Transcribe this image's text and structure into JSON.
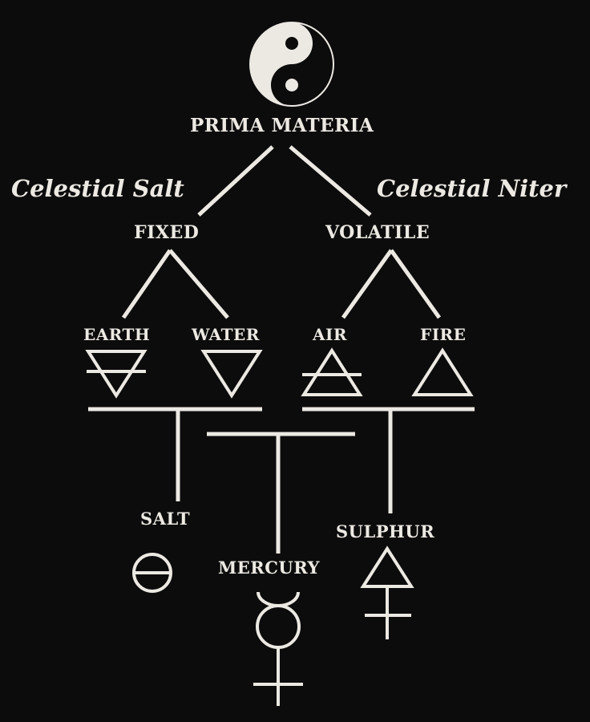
{
  "root": {
    "label": "PRIMA MATERIA",
    "symbol": "yin-yang"
  },
  "branches": {
    "left": {
      "principle": "Celestial Salt",
      "quality": "FIXED"
    },
    "right": {
      "principle": "Celestial Niter",
      "quality": "VOLATILE"
    }
  },
  "elements": [
    {
      "label": "EARTH",
      "symbol": "earth-triangle-icon"
    },
    {
      "label": "WATER",
      "symbol": "water-triangle-icon"
    },
    {
      "label": "AIR",
      "symbol": "air-triangle-icon"
    },
    {
      "label": "FIRE",
      "symbol": "fire-triangle-icon"
    }
  ],
  "principles": [
    {
      "label": "SALT",
      "symbol": "salt-icon"
    },
    {
      "label": "MERCURY",
      "symbol": "mercury-icon"
    },
    {
      "label": "SULPHUR",
      "symbol": "sulphur-icon"
    }
  ],
  "colors": {
    "background": "#0c0c0c",
    "ink": "#ece9e3"
  }
}
